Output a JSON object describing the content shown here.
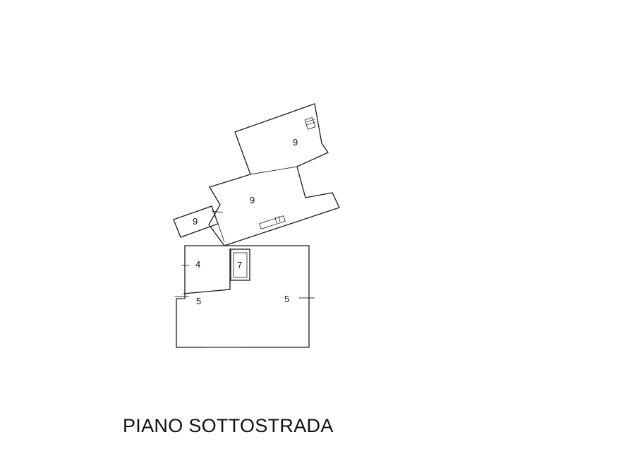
{
  "plan": {
    "title": "PIANO SOTTOSTRADA",
    "rooms": [
      {
        "id": "upper-right",
        "label": "9"
      },
      {
        "id": "upper-middle",
        "label": "9"
      },
      {
        "id": "upper-left-corridor",
        "label": "9"
      },
      {
        "id": "small-room",
        "label": "4"
      },
      {
        "id": "stair-room",
        "label": "7"
      },
      {
        "id": "lower-left",
        "label": "5"
      },
      {
        "id": "lower-main",
        "label": "5"
      }
    ],
    "colors": {
      "line": "#1a1a1a",
      "text": "#111111",
      "background": "#ffffff"
    }
  }
}
